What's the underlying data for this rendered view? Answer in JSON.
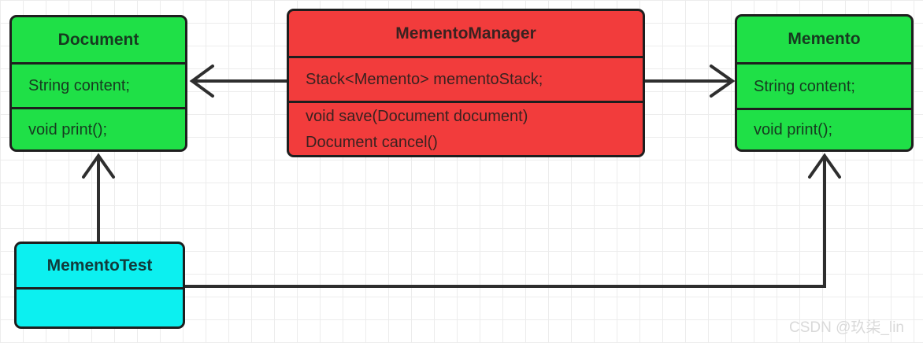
{
  "diagram": {
    "document": {
      "title": "Document",
      "attribute": "String content;",
      "method": "void print();"
    },
    "manager": {
      "title": "MementoManager",
      "attribute": "Stack<Memento> mementoStack;",
      "method_line1": "void save(Document document)",
      "method_line2": "Document cancel()"
    },
    "memento": {
      "title": "Memento",
      "attribute": "String content;",
      "method": "void print();"
    },
    "test": {
      "title": "MementoTest"
    }
  },
  "colors": {
    "green": "#1fe047",
    "red": "#f23c3c",
    "cyan": "#0cf0f0",
    "border": "#1e1e1e",
    "line": "#2e2e2e",
    "grid": "#ececec",
    "text_green": "#173a20",
    "text_red": "#3a2220",
    "text_cyan": "#113b3b",
    "watermark": "#d9d9d9"
  },
  "watermark": {
    "text": "CSDN @玖柒_lin"
  }
}
